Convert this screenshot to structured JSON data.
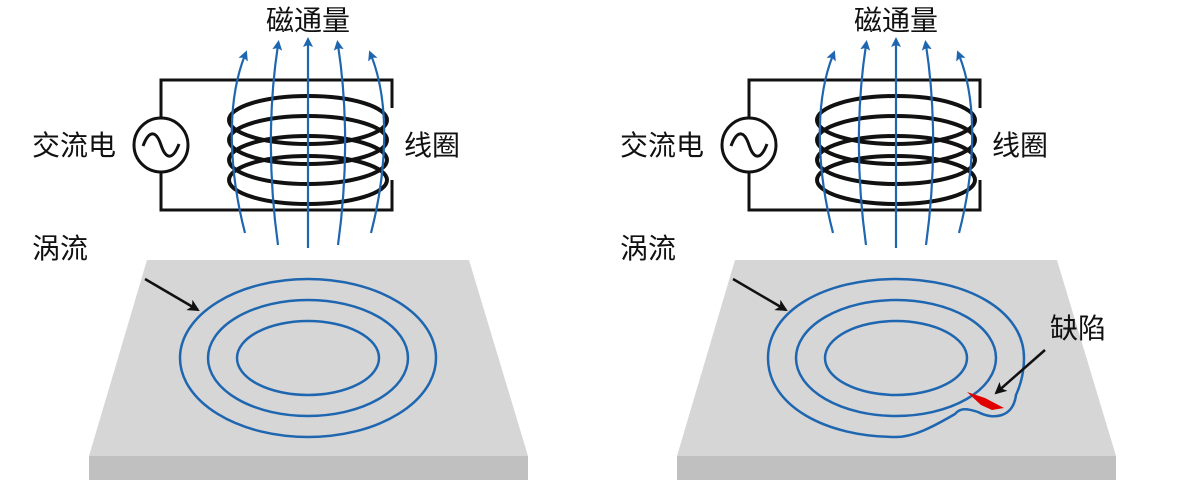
{
  "colors": {
    "plate_top": "#d6d6d6",
    "plate_side": "#c0c0c0",
    "flux": "#1f66b0",
    "eddy": "#1f66b0",
    "wire": "#111111",
    "defect": "#e00000"
  },
  "panels": [
    {
      "flux_label": "磁通量",
      "ac_label": "交流电",
      "coil_label": "线圈",
      "eddy_label": "涡流"
    },
    {
      "flux_label": "磁通量",
      "ac_label": "交流电",
      "coil_label": "线圈",
      "eddy_label": "涡流",
      "defect_label": "缺陷"
    }
  ],
  "icons": {
    "ac_source": "ac-source-icon"
  }
}
